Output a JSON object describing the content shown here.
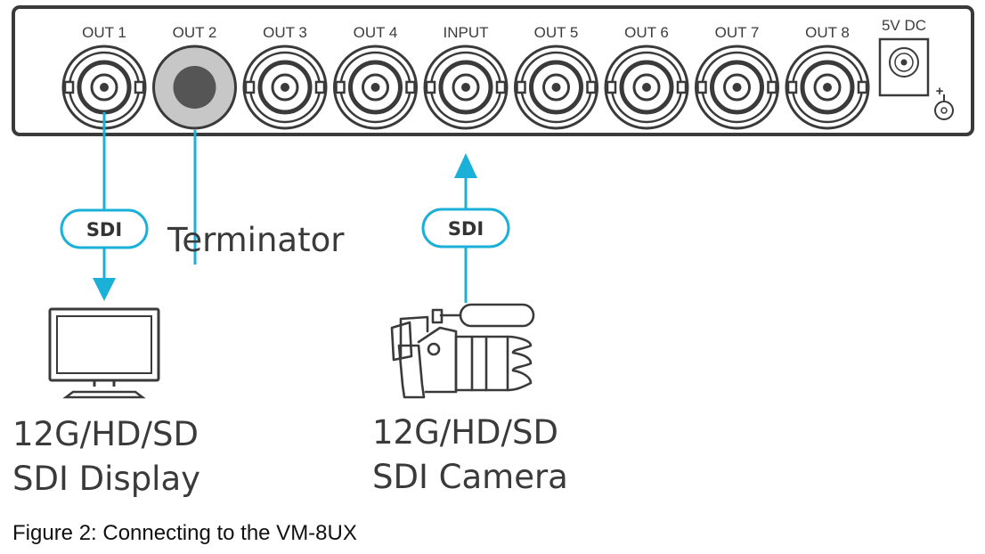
{
  "panel": {
    "ports": [
      {
        "label": "OUT 1",
        "kind": "bnc"
      },
      {
        "label": "OUT 2",
        "kind": "terminator"
      },
      {
        "label": "OUT 3",
        "kind": "bnc"
      },
      {
        "label": "OUT 4",
        "kind": "bnc"
      },
      {
        "label": "INPUT",
        "kind": "bnc"
      },
      {
        "label": "OUT 5",
        "kind": "bnc"
      },
      {
        "label": "OUT 6",
        "kind": "bnc"
      },
      {
        "label": "OUT 7",
        "kind": "bnc"
      },
      {
        "label": "OUT 8",
        "kind": "bnc"
      }
    ],
    "power_label": "5V DC",
    "polarity_symbol": "+"
  },
  "connections": {
    "display_link_label": "SDI",
    "camera_link_label": "SDI",
    "cable_color": "#1ab0d8"
  },
  "terminator_label": "Terminator",
  "devices": {
    "display": {
      "line1": "12G/HD/SD",
      "line2": "SDI Display",
      "icon": "monitor-icon"
    },
    "camera": {
      "line1": "12G/HD/SD",
      "line2": "SDI Camera",
      "icon": "video-camera-icon"
    }
  },
  "caption": "Figure 2: Connecting to the VM-8UX"
}
